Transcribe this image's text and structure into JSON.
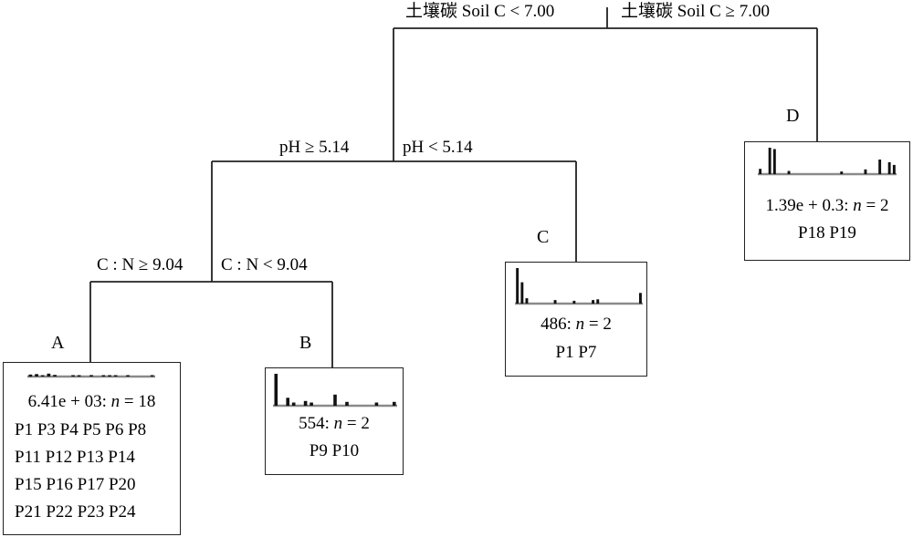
{
  "splits": {
    "root": {
      "left": "土壤碳 Soil C < 7.00",
      "right": "土壤碳 Soil C ≥ 7.00"
    },
    "ph": {
      "left": "pH ≥ 5.14",
      "right": "pH < 5.14"
    },
    "cn": {
      "left": "C : N ≥ 9.04",
      "right": "C : N < 9.04"
    }
  },
  "nodes": [
    {
      "id": "A",
      "stat": "6.41e + 03",
      "n_label": "n",
      "n_value": "18",
      "plot_lines": [
        "P1 P3 P4 P5 P6 P8",
        "P11 P12 P13 P14",
        "P15 P16 P17 P20",
        "P21 P22 P23 P24"
      ],
      "bars": [
        0.25,
        0.3,
        0.15,
        0.35,
        0.2,
        0,
        0,
        0.1,
        0.12,
        0,
        0.18,
        0,
        0.1,
        0.05,
        0.12,
        0,
        0.1,
        0,
        0,
        0,
        0.08
      ]
    },
    {
      "id": "B",
      "stat": "554",
      "n_label": "n",
      "n_value": "2",
      "plot_lines": [
        "P9 P10"
      ],
      "bars": [
        1.0,
        0,
        0.25,
        0.1,
        0,
        0.15,
        0.1,
        0,
        0,
        0,
        0.35,
        0,
        0.12,
        0,
        0,
        0,
        0,
        0.1,
        0,
        0,
        0.12
      ]
    },
    {
      "id": "C",
      "stat": "486",
      "n_label": "n",
      "n_value": "2",
      "plot_lines": [
        "P1 P7"
      ],
      "bars": [
        1.0,
        0.6,
        0.15,
        0,
        0,
        0,
        0,
        0,
        0.1,
        0,
        0,
        0,
        0.08,
        0,
        0,
        0,
        0.1,
        0.12,
        0,
        0,
        0,
        0,
        0,
        0,
        0,
        0,
        0.3
      ]
    },
    {
      "id": "D",
      "stat": "1.39e + 0.3",
      "n_label": "n",
      "n_value": "2",
      "plot_lines": [
        "P18 P19"
      ],
      "bars": [
        0.2,
        0,
        1.0,
        0.95,
        0,
        0,
        0.12,
        0,
        0,
        0,
        0,
        0,
        0,
        0,
        0,
        0,
        0,
        0.1,
        0,
        0,
        0,
        0,
        0.18,
        0,
        0,
        0.55,
        0,
        0.45,
        0.35
      ]
    }
  ]
}
